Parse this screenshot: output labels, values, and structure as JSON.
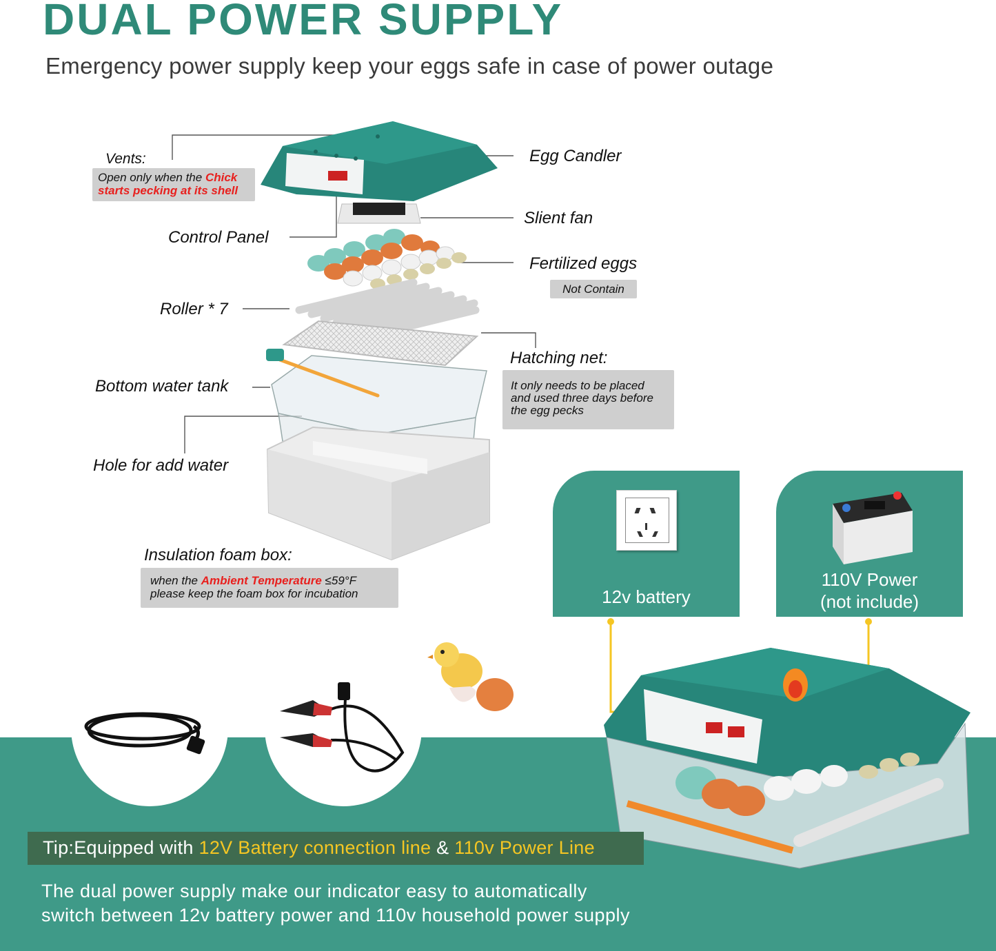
{
  "header": {
    "title": "DUAL POWER SUPPLY",
    "subtitle": "Emergency power supply keep your eggs safe in case of power outage"
  },
  "colors": {
    "teal": "#3f9a88",
    "title_teal": "#2f8a78",
    "dark_green": "#3f6b4f",
    "highlight_yellow": "#f5c623",
    "red": "#e8201e",
    "note_gray": "#cfcfcf"
  },
  "parts": {
    "vents": {
      "label": "Vents:",
      "note_pre": "Open only when the ",
      "note_red": "Chick",
      "note_post": "starts pecking at its shell"
    },
    "control_panel": "Control Panel",
    "egg_candler": "Egg Candler",
    "silent_fan": "Slient fan",
    "fertilized_eggs": {
      "label": "Fertilized eggs",
      "note": "Not Contain"
    },
    "roller": "Roller * 7",
    "hatching_net": {
      "label": "Hatching net:",
      "note_line1": "It only needs to be placed",
      "note_line2": "and used three days before",
      "note_line3": "the egg pecks"
    },
    "bottom_water_tank": "Bottom water tank",
    "hole_for_water": "Hole for add water",
    "foam_box": {
      "label": "Insulation foam box:",
      "note_pre": "when the ",
      "note_red": "Ambient Temperature",
      "note_post": " ≤59°F",
      "note_line2": "please keep the foam box for incubation"
    }
  },
  "power_cards": {
    "battery_label": "12v battery",
    "power_line1": "110V Power",
    "power_line2": "(not include)"
  },
  "icons": [
    "wall-outlet-icon",
    "car-battery-icon",
    "power-cord-icon",
    "battery-clip-cable-icon",
    "chick-icon",
    "incubator-icon"
  ],
  "tip": {
    "prefix": "Tip:Equipped with ",
    "highlight1": "12V Battery connection line",
    "amp": " & ",
    "highlight2": "110v Power Line"
  },
  "description": {
    "line1": "The dual power supply make our indicator easy to automatically",
    "line2": "switch between 12v battery power and  110v household power supply"
  }
}
